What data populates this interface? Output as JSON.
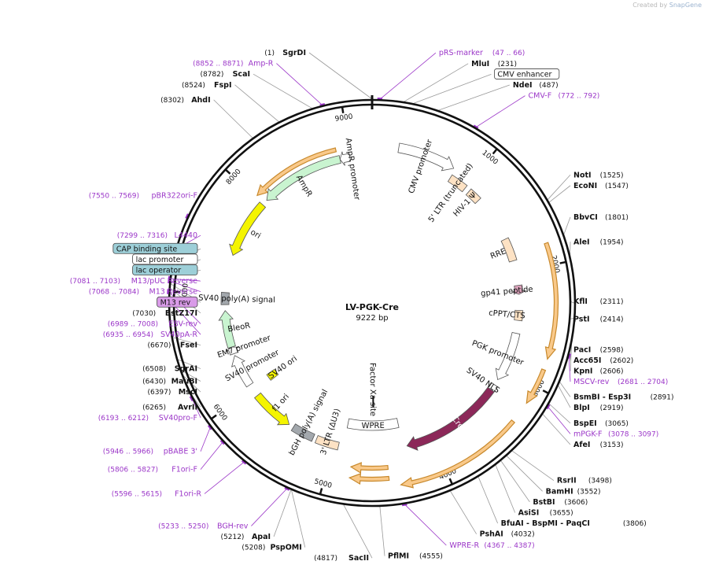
{
  "credit": {
    "prefix": "Created by",
    "brand": "SnapGene"
  },
  "plasmid": {
    "name": "LV-PGK-Cre",
    "size_label": "9222 bp",
    "length": 9222
  },
  "ticks": [
    {
      "label": "1000",
      "pos": 1000
    },
    {
      "label": "2000",
      "pos": 2000
    },
    {
      "label": "3000",
      "pos": 3000
    },
    {
      "label": "4000",
      "pos": 4000
    },
    {
      "label": "5000",
      "pos": 5000
    },
    {
      "label": "6000",
      "pos": 6000
    },
    {
      "label": "7000",
      "pos": 7000
    },
    {
      "label": "8000",
      "pos": 8000
    },
    {
      "label": "9000",
      "pos": 9000
    }
  ],
  "sites": [
    {
      "name": "SgrDI",
      "pos": 1,
      "coord": "(1)",
      "kind": "enzyme",
      "side": "left"
    },
    {
      "name": "MluI",
      "pos": 231,
      "coord": "(231)",
      "kind": "enzyme",
      "side": "right"
    },
    {
      "name": "NdeI",
      "pos": 487,
      "coord": "(487)",
      "kind": "enzyme",
      "side": "right"
    },
    {
      "name": "NotI",
      "pos": 1525,
      "coord": "(1525)",
      "kind": "enzyme",
      "side": "right"
    },
    {
      "name": "EcoNI",
      "pos": 1547,
      "coord": "(1547)",
      "kind": "enzyme",
      "side": "right"
    },
    {
      "name": "BbvCI",
      "pos": 1801,
      "coord": "(1801)",
      "kind": "enzyme",
      "side": "right"
    },
    {
      "name": "AleI",
      "pos": 1954,
      "coord": "(1954)",
      "kind": "enzyme",
      "side": "right"
    },
    {
      "name": "KflI",
      "pos": 2311,
      "coord": "(2311)",
      "kind": "enzyme",
      "side": "right"
    },
    {
      "name": "PstI",
      "pos": 2414,
      "coord": "(2414)",
      "kind": "enzyme",
      "side": "right"
    },
    {
      "name": "PacI",
      "pos": 2598,
      "coord": "(2598)",
      "kind": "enzyme",
      "side": "right"
    },
    {
      "name": "Acc65I",
      "pos": 2602,
      "coord": "(2602)",
      "kind": "enzyme",
      "side": "right"
    },
    {
      "name": "KpnI",
      "pos": 2606,
      "coord": "(2606)",
      "kind": "enzyme",
      "side": "right"
    },
    {
      "name": "BsmBI  - Esp3I",
      "pos": 2891,
      "coord": "(2891)",
      "kind": "enzyme",
      "side": "right"
    },
    {
      "name": "BlpI",
      "pos": 2919,
      "coord": "(2919)",
      "kind": "enzyme",
      "side": "right"
    },
    {
      "name": "BspEI",
      "pos": 3065,
      "coord": "(3065)",
      "kind": "enzyme",
      "side": "right"
    },
    {
      "name": "AfeI",
      "pos": 3153,
      "coord": "(3153)",
      "kind": "enzyme",
      "side": "right"
    },
    {
      "name": "RsrII",
      "pos": 3498,
      "coord": "(3498)",
      "kind": "enzyme",
      "side": "right"
    },
    {
      "name": "BamHI",
      "pos": 3552,
      "coord": "(3552)",
      "kind": "enzyme",
      "side": "right"
    },
    {
      "name": "BstBI",
      "pos": 3606,
      "coord": "(3606)",
      "kind": "enzyme",
      "side": "right"
    },
    {
      "name": "AsiSI",
      "pos": 3655,
      "coord": "(3655)",
      "kind": "enzyme",
      "side": "right"
    },
    {
      "name": "BfuAI  - BspMI  - PaqCI",
      "pos": 3806,
      "coord": "(3806)",
      "kind": "enzyme",
      "side": "right"
    },
    {
      "name": "PshAI",
      "pos": 4032,
      "coord": "(4032)",
      "kind": "enzyme",
      "side": "right"
    },
    {
      "name": "PflMI",
      "pos": 4555,
      "coord": "(4555)",
      "kind": "enzyme",
      "side": "right"
    },
    {
      "name": "SacII",
      "pos": 4817,
      "coord": "(4817)",
      "kind": "enzyme",
      "side": "left"
    },
    {
      "name": "PspOMI",
      "pos": 5208,
      "coord": "(5208)",
      "kind": "enzyme",
      "side": "left"
    },
    {
      "name": "ApaI",
      "pos": 5212,
      "coord": "(5212)",
      "kind": "enzyme",
      "side": "left"
    },
    {
      "name": "AvrII",
      "pos": 6265,
      "coord": "(6265)",
      "kind": "enzyme",
      "side": "left"
    },
    {
      "name": "MscI",
      "pos": 6397,
      "coord": "(6397)",
      "kind": "enzyme",
      "side": "left"
    },
    {
      "name": "MauBI",
      "pos": 6430,
      "coord": "(6430)",
      "kind": "enzyme",
      "side": "left"
    },
    {
      "name": "SgrAI",
      "pos": 6508,
      "coord": "(6508)",
      "kind": "enzyme",
      "side": "left"
    },
    {
      "name": "FseI",
      "pos": 6670,
      "coord": "(6670)",
      "kind": "enzyme",
      "side": "left"
    },
    {
      "name": "BstZ17I",
      "pos": 7030,
      "coord": "(7030)",
      "kind": "enzyme",
      "side": "left"
    },
    {
      "name": "AhdI",
      "pos": 8302,
      "coord": "(8302)",
      "kind": "enzyme",
      "side": "left"
    },
    {
      "name": "FspI",
      "pos": 8524,
      "coord": "(8524)",
      "kind": "enzyme",
      "side": "left"
    },
    {
      "name": "ScaI",
      "pos": 8782,
      "coord": "(8782)",
      "kind": "enzyme",
      "side": "left"
    },
    {
      "name": "pRS-marker",
      "pos": 56,
      "coord": "(47 .. 66)",
      "kind": "primer",
      "side": "right"
    },
    {
      "name": "CMV-F",
      "pos": 782,
      "coord": "(772 .. 792)",
      "kind": "primer",
      "side": "right"
    },
    {
      "name": "MSCV-rev",
      "pos": 2692,
      "coord": "(2681 .. 2704)",
      "kind": "primer",
      "side": "right"
    },
    {
      "name": "mPGK-F",
      "pos": 3087,
      "coord": "(3078 .. 3097)",
      "kind": "primer",
      "side": "right"
    },
    {
      "name": "WPRE-R",
      "pos": 4377,
      "coord": "(4367 .. 4387)",
      "kind": "primer",
      "side": "right"
    },
    {
      "name": "BGH-rev",
      "pos": 5241,
      "coord": "(5233 .. 5250)",
      "kind": "primer",
      "side": "left"
    },
    {
      "name": "F1ori-R",
      "pos": 5605,
      "coord": "(5596 .. 5615)",
      "kind": "primer",
      "side": "left"
    },
    {
      "name": "F1ori-F",
      "pos": 5816,
      "coord": "(5806 .. 5827)",
      "kind": "primer",
      "side": "left"
    },
    {
      "name": "pBABE 3'",
      "pos": 5956,
      "coord": "(5946 .. 5966)",
      "kind": "primer",
      "side": "left"
    },
    {
      "name": "SV40pro-F",
      "pos": 6202,
      "coord": "(6193 .. 6212)",
      "kind": "primer",
      "side": "left"
    },
    {
      "name": "SV40pA-R",
      "pos": 6944,
      "coord": "(6935 .. 6954)",
      "kind": "primer",
      "side": "left"
    },
    {
      "name": "EBV-rev",
      "pos": 6998,
      "coord": "(6989 .. 7008)",
      "kind": "primer",
      "side": "left"
    },
    {
      "name": "M13 Reverse",
      "pos": 7076,
      "coord": "(7068 .. 7084)",
      "kind": "primer",
      "side": "left"
    },
    {
      "name": "M13/pUC Reverse",
      "pos": 7092,
      "coord": "(7081 .. 7103)",
      "kind": "primer",
      "side": "left"
    },
    {
      "name": "L4440",
      "pos": 7307,
      "coord": "(7299 .. 7316)",
      "kind": "primer",
      "side": "left"
    },
    {
      "name": "pBR322ori-F",
      "pos": 7560,
      "coord": "(7550 .. 7569)",
      "kind": "primer",
      "side": "left"
    },
    {
      "name": "Amp-R",
      "pos": 8861,
      "coord": "(8852 .. 8871)",
      "kind": "primer",
      "side": "left"
    },
    {
      "name": "CMV enhancer",
      "pos": 300,
      "coord": "",
      "kind": "box",
      "side": "right",
      "fill": "#ffffff"
    },
    {
      "name": "CAP binding site",
      "pos": 7225,
      "coord": "",
      "kind": "box",
      "side": "left",
      "fill": "#9dcfd8"
    },
    {
      "name": "lac promoter",
      "pos": 7165,
      "coord": "",
      "kind": "box",
      "side": "left",
      "fill": "#ffffff"
    },
    {
      "name": "lac operator",
      "pos": 7118,
      "coord": "",
      "kind": "box",
      "side": "left",
      "fill": "#9dcfd8"
    },
    {
      "name": "M13 rev",
      "pos": 7060,
      "coord": "",
      "kind": "box",
      "side": "left",
      "fill": "#d99be8"
    }
  ],
  "features": [
    {
      "name": "CMV promoter",
      "start": 250,
      "end": 800,
      "ring": 1,
      "fill": "#ffffff",
      "dir": "cw",
      "label_pos": 500
    },
    {
      "name": "5' LTR (truncated)",
      "start": 820,
      "end": 1000,
      "ring": 2,
      "fill": "#fde2c4",
      "dir": "none",
      "label_pos": 910
    },
    {
      "name": "HIV-1 Ψ",
      "start": 1050,
      "end": 1180,
      "ring": 2,
      "fill": "#fde2c4",
      "dir": "none",
      "label_pos": 1110
    },
    {
      "name": "RRE",
      "start": 1650,
      "end": 1880,
      "ring": 2,
      "fill": "#fde2c4",
      "dir": "none",
      "label_pos": 1760
    },
    {
      "name": "gp41 peptide",
      "start": 2130,
      "end": 2220,
      "ring": 2,
      "fill": "#d8a0b8",
      "dir": "cw",
      "label_pos": 2180
    },
    {
      "name": "cPPT/CTS",
      "start": 2380,
      "end": 2480,
      "ring": 2,
      "fill": "#fde2c4",
      "dir": "none",
      "label_pos": 2430
    },
    {
      "name": "PGK promoter",
      "start": 2610,
      "end": 3110,
      "ring": 2,
      "fill": "#ffffff",
      "dir": "cw",
      "label_pos": 2860
    },
    {
      "name": "SV40 NLS",
      "start": 3170,
      "end": 3230,
      "ring": 2,
      "fill": "#ffffff",
      "dir": "none",
      "label_pos": 3200
    },
    {
      "name": "Cre",
      "start": 3230,
      "end": 4260,
      "ring": 2,
      "fill": "#8c2859",
      "dir": "cw",
      "label_pos": 3700
    },
    {
      "name": "WPRE",
      "start": 4300,
      "end": 4900,
      "ring": 3,
      "fill": "#ffffff",
      "dir": "none",
      "label_pos": 4600
    },
    {
      "name": "3' LTR (ΔU3)",
      "start": 4950,
      "end": 5180,
      "ring": 2,
      "fill": "#fde2c4",
      "dir": "none",
      "label_pos": 5070
    },
    {
      "name": "bGH poly(A) signal",
      "start": 5215,
      "end": 5440,
      "ring": 2,
      "fill": "#a3a8ad",
      "dir": "none",
      "label_pos": 5330
    },
    {
      "name": "f1 ori",
      "start": 5490,
      "end": 5920,
      "ring": 2,
      "fill": "#f4f401",
      "dir": "ccw",
      "label_pos": 5700
    },
    {
      "name": "SV40 promoter",
      "start": 6050,
      "end": 6380,
      "ring": 2,
      "fill": "#ffffff",
      "dir": "cw",
      "label_pos": 6210
    },
    {
      "name": "EM7 promoter",
      "start": 6400,
      "end": 6470,
      "ring": 2,
      "fill": "#ffffff",
      "dir": "cw",
      "label_pos": 6435
    },
    {
      "name": "BleoR",
      "start": 6470,
      "end": 6840,
      "ring": 2,
      "fill": "#c9f4d0",
      "dir": "cw",
      "label_pos": 6650
    },
    {
      "name": "SV40 poly(A) signal",
      "start": 6900,
      "end": 7020,
      "ring": 2,
      "fill": "#a3a8ad",
      "dir": "none",
      "label_pos": 6960
    },
    {
      "name": "ori",
      "start": 7400,
      "end": 7990,
      "ring": 2,
      "fill": "#f4f401",
      "dir": "ccw",
      "label_pos": 7700
    },
    {
      "name": "AmpR",
      "start": 8050,
      "end": 8900,
      "ring": 2,
      "fill": "#c9f4d0",
      "dir": "ccw",
      "label_pos": 8450
    },
    {
      "name": "AmpR promoter",
      "start": 8900,
      "end": 9000,
      "ring": 2,
      "fill": "#ffffff",
      "dir": "ccw",
      "label_pos": 9010
    },
    {
      "name": "SV40 ori",
      "start": 5960,
      "end": 6040,
      "ring": 3,
      "fill": "#f4f401",
      "dir": "none",
      "label_pos": 6000
    },
    {
      "name": "Factor Xa site",
      "start": 4595,
      "end": 4605,
      "ring": 4,
      "fill": "#111111",
      "dir": "none",
      "label_pos": 4600
    }
  ],
  "orfs": [
    {
      "start": 1820,
      "end": 2760,
      "ring": 0
    },
    {
      "start": 2850,
      "end": 3150,
      "ring": 0
    },
    {
      "start": 3330,
      "end": 4380,
      "ring": 0
    },
    {
      "start": 4470,
      "end": 4800,
      "ring": 1
    },
    {
      "start": 4470,
      "end": 4800,
      "ring": 2
    },
    {
      "start": 8020,
      "end": 8880,
      "ring": 3
    }
  ]
}
